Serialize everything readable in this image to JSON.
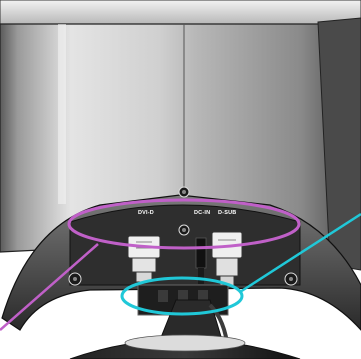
{
  "illustration": {
    "subject": "monitor-rear-view",
    "port_labels": {
      "dvi": "DVI-D",
      "dc_in": "DC-IN",
      "dsub": "D-SUB"
    },
    "callouts": [
      {
        "target": "connector-panel",
        "color": "#c060c8"
      },
      {
        "target": "cable-holder",
        "color": "#20c8d8"
      }
    ]
  }
}
